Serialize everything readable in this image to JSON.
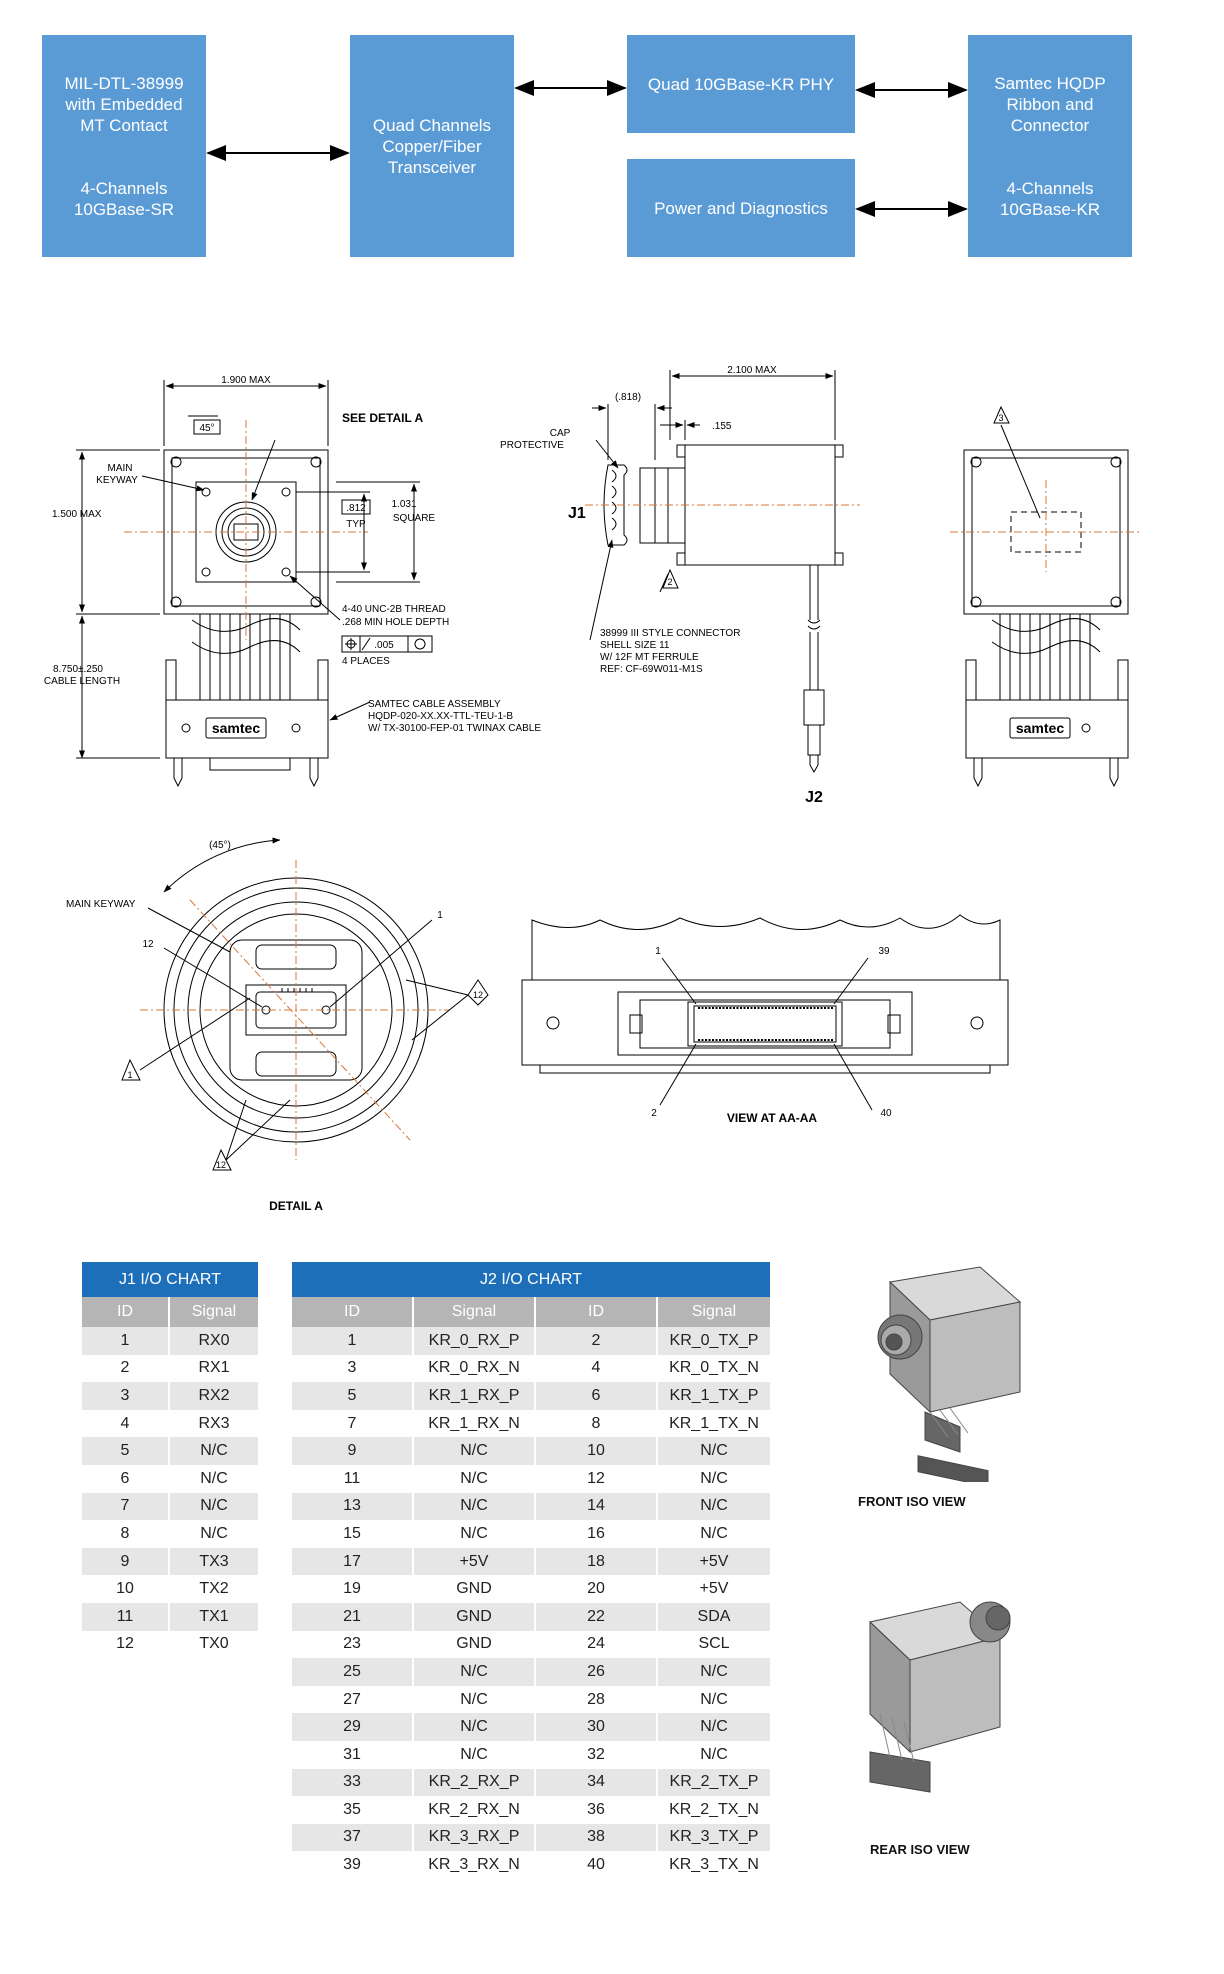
{
  "blocks": {
    "mil": {
      "lines_top": [
        "MIL-DTL-38999",
        "with Embedded",
        "MT Contact"
      ],
      "lines_bottom": [
        "4-Channels",
        "10GBase-SR"
      ]
    },
    "transceiver": {
      "lines": [
        "Quad Channels",
        "Copper/Fiber",
        "Transceiver"
      ]
    },
    "phy": {
      "lines": [
        "Quad 10GBase-KR PHY"
      ]
    },
    "power": {
      "lines": [
        "Power and Diagnostics"
      ]
    },
    "samtec": {
      "lines_top": [
        "Samtec HQDP",
        "Ribbon and",
        "Connector"
      ],
      "lines_bottom": [
        "4-Channels",
        "10GBase-KR"
      ]
    }
  },
  "drawing": {
    "dim_1900": "1.900 MAX",
    "angle_45": "45°",
    "see_detail": "SEE DETAIL  A",
    "main_keyway": [
      "MAIN",
      "KEYWAY"
    ],
    "dim_1500": "1.500 MAX",
    "dim_812": ".812",
    "typ": "TYP",
    "dim_1031": [
      "1.031",
      "SQUARE"
    ],
    "thread_note": [
      "4-40 UNC-2B THREAD",
      ".268 MIN HOLE DEPTH"
    ],
    "gdt": [
      ".005"
    ],
    "four_places": "4 PLACES",
    "cable_length": [
      "8.750±.250",
      "CABLE LENGTH"
    ],
    "cable_assembly": [
      "SAMTEC CABLE ASSEMBLY",
      "HQDP-020-XX.XX-TTL-TEU-1-B",
      "W/ TX-30100-FEP-01 TWINAX CABLE"
    ],
    "samtec_logo": "samtec",
    "dim_818": "(.818)",
    "dim_2100": "2.100 MAX",
    "cap_protective": [
      "CAP",
      "PROTECTIVE"
    ],
    "dim_155": ".155",
    "j1": "J1",
    "j2": "J2",
    "connector_note": [
      "38999 III STYLE CONNECTOR",
      "SHELL SIZE 11",
      "W/ 12F MT FERRULE",
      "REF: CF-69W011-M1S"
    ],
    "flag_2": "2",
    "flag_3": "3",
    "detail_angle": "(45°)",
    "detail_keyway": "MAIN KEYWAY",
    "detail_12": "12",
    "detail_1": "1",
    "detail_title": "DETAIL  A",
    "view_1": "1",
    "view_39": "39",
    "view_2": "2",
    "view_40": "40",
    "view_title": "VIEW AT AA-AA"
  },
  "j1_chart": {
    "title": "J1 I/O CHART",
    "headers": [
      "ID",
      "Signal"
    ],
    "rows": [
      [
        "1",
        "RX0"
      ],
      [
        "2",
        "RX1"
      ],
      [
        "3",
        "RX2"
      ],
      [
        "4",
        "RX3"
      ],
      [
        "5",
        "N/C"
      ],
      [
        "6",
        "N/C"
      ],
      [
        "7",
        "N/C"
      ],
      [
        "8",
        "N/C"
      ],
      [
        "9",
        "TX3"
      ],
      [
        "10",
        "TX2"
      ],
      [
        "11",
        "TX1"
      ],
      [
        "12",
        "TX0"
      ]
    ]
  },
  "j2_chart": {
    "title": "J2 I/O CHART",
    "headers": [
      "ID",
      "Signal",
      "ID",
      "Signal"
    ],
    "rows": [
      [
        "1",
        "KR_0_RX_P",
        "2",
        "KR_0_TX_P"
      ],
      [
        "3",
        "KR_0_RX_N",
        "4",
        "KR_0_TX_N"
      ],
      [
        "5",
        "KR_1_RX_P",
        "6",
        "KR_1_TX_P"
      ],
      [
        "7",
        "KR_1_RX_N",
        "8",
        "KR_1_TX_N"
      ],
      [
        "9",
        "N/C",
        "10",
        "N/C"
      ],
      [
        "11",
        "N/C",
        "12",
        "N/C"
      ],
      [
        "13",
        "N/C",
        "14",
        "N/C"
      ],
      [
        "15",
        "N/C",
        "16",
        "N/C"
      ],
      [
        "17",
        "+5V",
        "18",
        "+5V"
      ],
      [
        "19",
        "GND",
        "20",
        "+5V"
      ],
      [
        "21",
        "GND",
        "22",
        "SDA"
      ],
      [
        "23",
        "GND",
        "24",
        "SCL"
      ],
      [
        "25",
        "N/C",
        "26",
        "N/C"
      ],
      [
        "27",
        "N/C",
        "28",
        "N/C"
      ],
      [
        "29",
        "N/C",
        "30",
        "N/C"
      ],
      [
        "31",
        "N/C",
        "32",
        "N/C"
      ],
      [
        "33",
        "KR_2_RX_P",
        "34",
        "KR_2_TX_P"
      ],
      [
        "35",
        "KR_2_RX_N",
        "36",
        "KR_2_TX_N"
      ],
      [
        "37",
        "KR_3_RX_P",
        "38",
        "KR_3_TX_P"
      ],
      [
        "39",
        "KR_3_RX_N",
        "40",
        "KR_3_TX_N"
      ]
    ]
  },
  "iso": {
    "front": "FRONT ISO VIEW",
    "rear": "REAR ISO VIEW"
  },
  "colors": {
    "block": "#5b9bd5",
    "table_title": "#1e6fba",
    "table_header": "#b5b5b5",
    "row_alt": "#e6e6e6",
    "centerline": "#d9773a"
  }
}
